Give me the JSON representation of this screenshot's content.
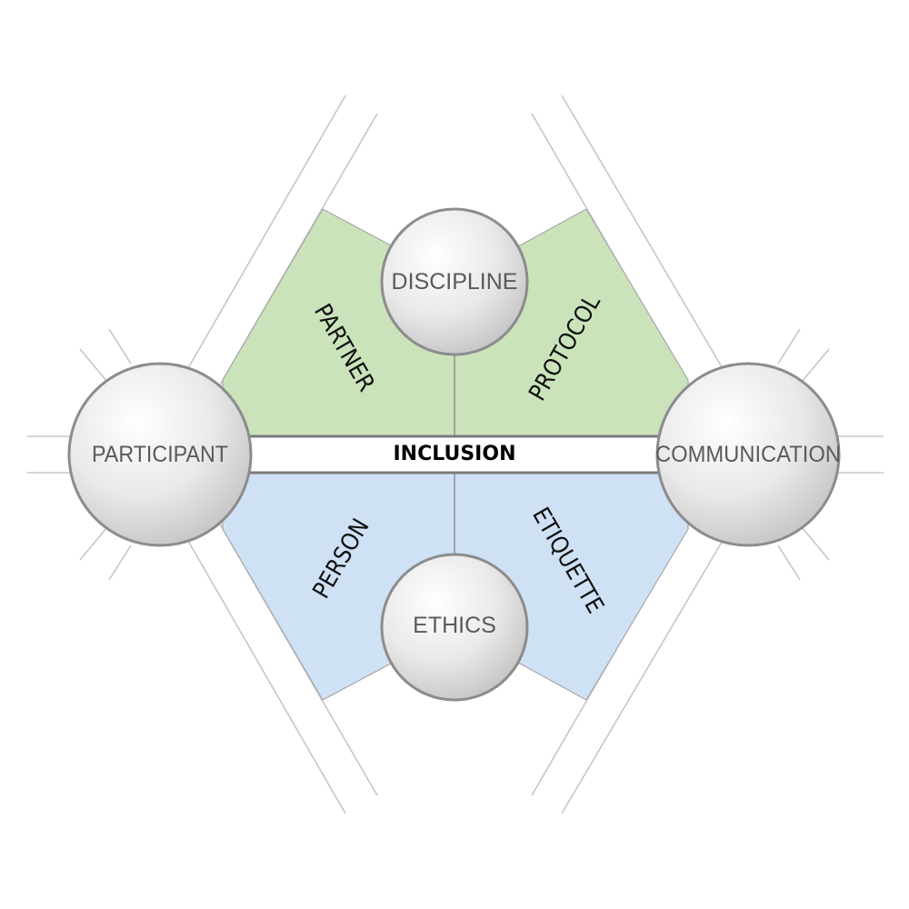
{
  "band": {
    "label": "INCLUSION"
  },
  "nodes": {
    "discipline": "DISCIPLINE",
    "participant": "PARTICIPANT",
    "communication": "COMMUNICATION",
    "ethics": "ETHICS"
  },
  "segments": {
    "partner": "PARTNER",
    "protocol": "PROTOCOL",
    "person": "PERSON",
    "etiquette": "ETIQUETTE"
  },
  "colors": {
    "upper_fill": "#cbe3bb",
    "lower_fill": "#cfe1f5",
    "outline": "#7a7a7a",
    "guide_lines": "#c4c4c4",
    "sphere_highlight": "#ffffff",
    "sphere_shadow": "#bdbdbd"
  }
}
